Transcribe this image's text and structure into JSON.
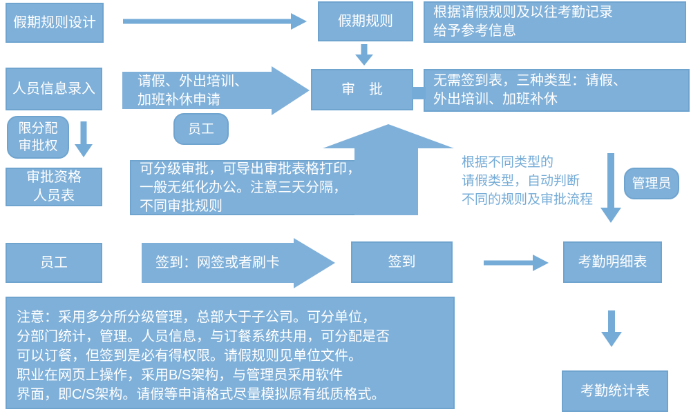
{
  "colors": {
    "box_fill": "#7fb0d9",
    "box_border": "#6fa4cf",
    "arrow": "#75abd7",
    "text_on_box": "#ffffff",
    "text_blue": "#74abd6",
    "background": "#ffffff"
  },
  "flow": {
    "row1": {
      "design_box": "假期规则设计",
      "rules_box": "假期规则",
      "reference_note": "根据请假规则及以往考勤记录\n给予参考信息"
    },
    "row2": {
      "personnel_box": "人员信息录入",
      "request_arrow": "请假、外出培训、\n加班补休申请",
      "approval_box": "审　批",
      "no_signin_note": "无需签到表，三种类型：请假、\n外出培训、加班补休",
      "employee_tag": "员工",
      "limit_tag": "限分配\n审批权",
      "qualification_box": "审批资格\n人员表",
      "approval_method_note": "可分级审批，可导出审批表格打印，\n一般无纸化办公。注意三天分隔，\n不同审批规则",
      "type_note": "根据不同类型的\n请假类型，自动判断\n不同的规则及审批流程",
      "admin_tag": "管理员"
    },
    "row3": {
      "employee_box": "员工",
      "checkin_arrow": "签到：网签或者刷卡",
      "checkin_box": "签到",
      "detail_box": "考勤明细表"
    },
    "bottom": {
      "note_box": "注意：采用多分所分级管理，总部大于子公司。可分单位，\n分部门统计，管理。人员信息，与订餐系统共用，可分配是否\n可以订餐，但签到是必有得权限。请假规则见单位文件。\n职业在网页上操作，采用B/S架构，与管理员采用软件\n界面，即C/S架构。请假等申请格式尽量模拟原有纸质格式。",
      "stats_box": "考勤统计表"
    }
  }
}
